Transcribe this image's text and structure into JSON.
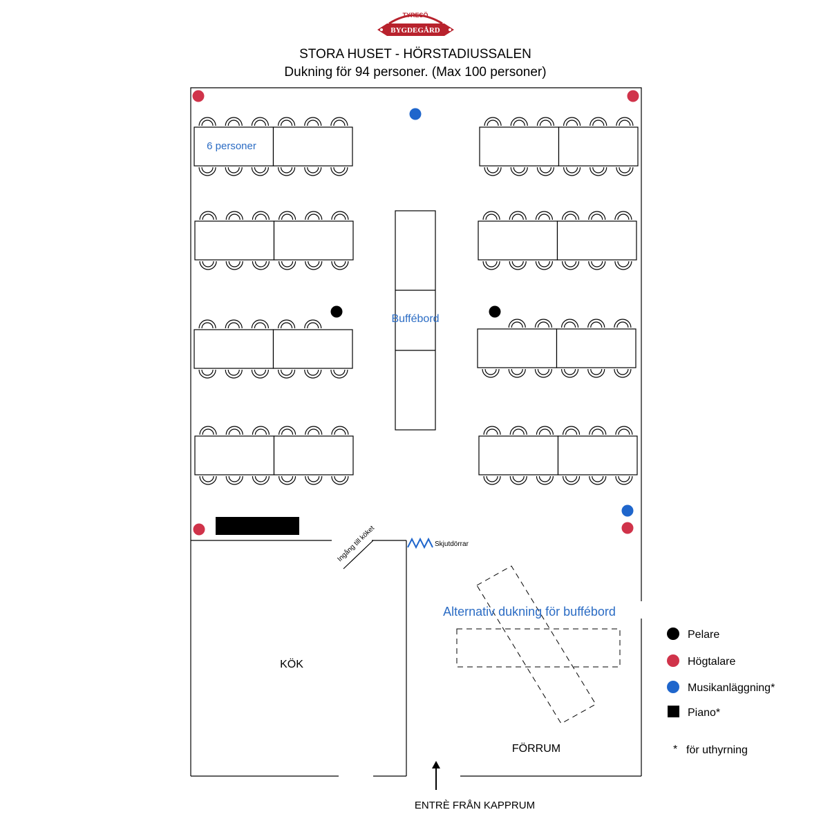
{
  "logo": {
    "top_text": "TYRESÖ",
    "main_text": "BYGDEGÅRD",
    "color": "#b8222d"
  },
  "title": "STORA HUSET - HÖRSTADIUSSALEN",
  "subtitle": "Dukning för 94 personer. (Max 100 personer)",
  "labels": {
    "table_capacity": "6 personer",
    "buffet": "Buffébord",
    "kitchen_entrance": "Ingång till köket",
    "sliding_doors": "Skjutdörrar",
    "alt_buffet": "Alternativ dukning för buffébord",
    "kitchen": "KÖK",
    "foyer": "FÖRRUM",
    "entrance": "ENTRÈ FRÅN KAPPRUM"
  },
  "legend": [
    {
      "symbol": "dot",
      "color": "#000000",
      "label": "Pelare"
    },
    {
      "symbol": "dot",
      "color": "#d0334a",
      "label": "Högtalare"
    },
    {
      "symbol": "dot",
      "color": "#1f66cc",
      "label": "Musikanläggning*"
    },
    {
      "symbol": "square",
      "color": "#000000",
      "label": "Piano*"
    }
  ],
  "footnote": {
    "mark": "*",
    "text": "för uthyrning"
  },
  "colors": {
    "speaker": "#d0334a",
    "music": "#1f66cc",
    "pillar": "#000000",
    "accent_text": "#2b6cc4",
    "line": "#000000"
  }
}
